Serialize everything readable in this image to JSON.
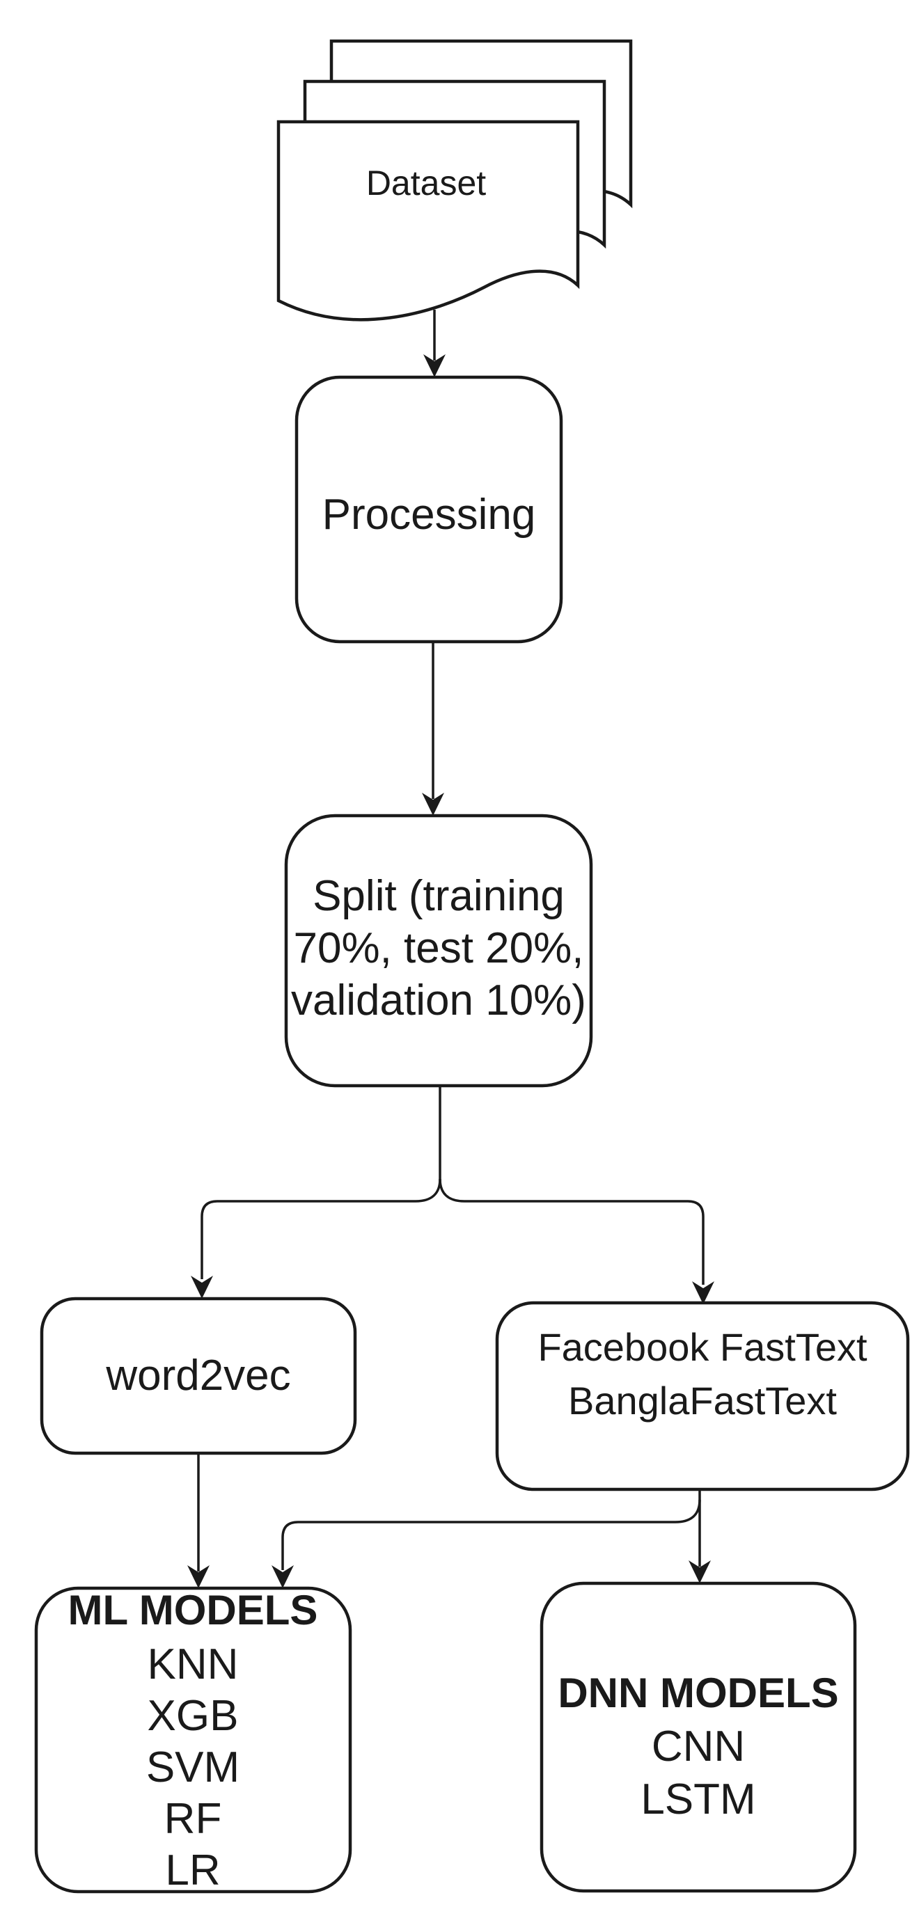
{
  "figure": {
    "background": "#ffffff",
    "stroke_color": "#1a1a1a",
    "nodes": {
      "dataset": {
        "label": "Dataset"
      },
      "processing": {
        "label": "Processing"
      },
      "split": {
        "lines": [
          "Split (training",
          "70%, test 20%,",
          "validation 10%)"
        ]
      },
      "word2vec": {
        "label": "word2vec"
      },
      "fasttext": {
        "lines": [
          "Facebook FastText",
          "BanglaFastText"
        ]
      },
      "ml_models": {
        "header": "ML MODELS",
        "items": [
          "KNN",
          "XGB",
          "SVM",
          "RF",
          "LR"
        ]
      },
      "dnn_models": {
        "header": "DNN MODELS",
        "items": [
          "CNN",
          "LSTM"
        ]
      }
    }
  }
}
